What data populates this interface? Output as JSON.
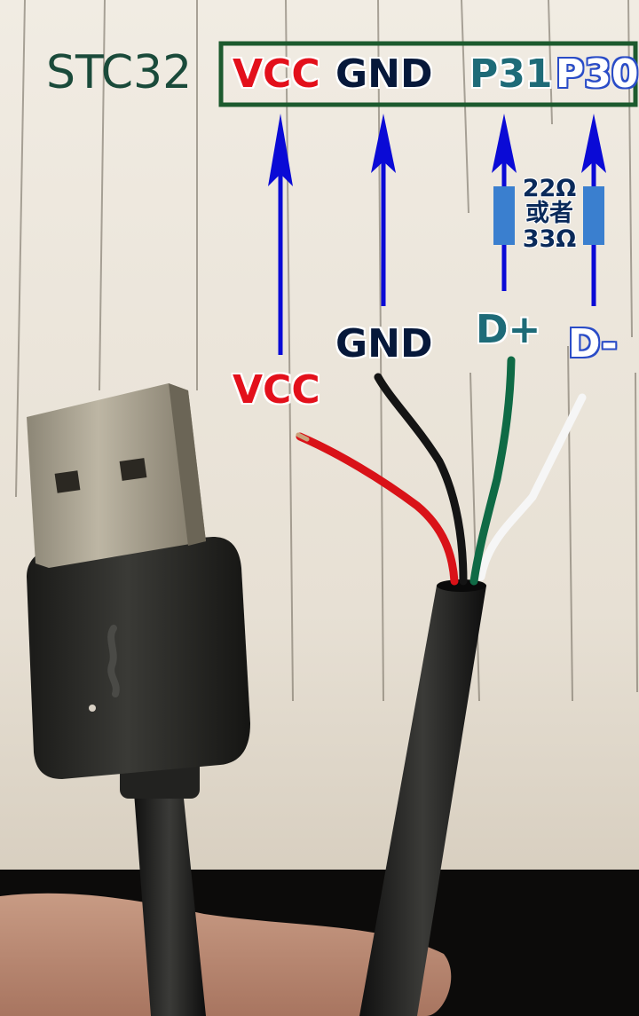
{
  "chip": {
    "name": "STC32",
    "name_color": "#1a4a3a"
  },
  "pins": {
    "vcc": {
      "label": "VCC",
      "color": "#e3101b"
    },
    "gnd": {
      "label": "GND",
      "color": "#06183a"
    },
    "p31": {
      "label": "P31",
      "color": "#1e6b78"
    },
    "p30": {
      "label": "P30",
      "color": "#ffffff"
    }
  },
  "wires": {
    "vcc": {
      "label": "VCC",
      "color": "#e3101b"
    },
    "gnd": {
      "label": "GND",
      "color": "#06183a"
    },
    "dplus": {
      "label": "D+",
      "color": "#1e6b78"
    },
    "dminus": {
      "label": "D-",
      "color": "#ffffff"
    }
  },
  "resistor": {
    "line1": "22Ω",
    "line2": "或者",
    "line3": "33Ω",
    "color": "#3a7fcf"
  },
  "colors": {
    "arrow": "#0a0ad6",
    "pin_box": "#1c5a2e",
    "paper": "#efe9df"
  }
}
